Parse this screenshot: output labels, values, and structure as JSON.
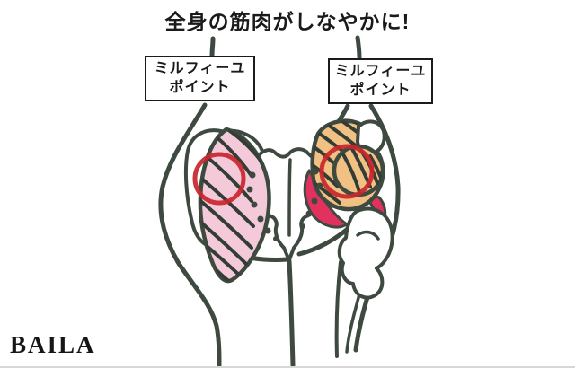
{
  "title": "全身の筋肉がしなやかに!",
  "labels": {
    "left_point": {
      "line1": "ミルフィーユ",
      "line2": "ポイント"
    },
    "right_point": {
      "line1": "ミルフィーユ",
      "line2": "ポイント"
    }
  },
  "logo": "BAILA",
  "illustration": {
    "parts": [
      "rear-view-hips-body-outline",
      "sacrum-bone",
      "left-gluteus-muscle-pink",
      "right-gluteus-muscle-orange",
      "deep-muscle-magenta",
      "hip-femur-bone",
      "millefeuille-point-circle-left",
      "millefeuille-point-circle-right"
    ]
  },
  "colors": {
    "outline": "#3e4a40",
    "hatch": "#333d35",
    "muscle_pink": "#f4cadb",
    "muscle_orange": "#f0c183",
    "muscle_magenta": "#e0315f",
    "highlight_red": "#c9252c",
    "text_black": "#1a1a1a",
    "bg": "#ffffff"
  }
}
